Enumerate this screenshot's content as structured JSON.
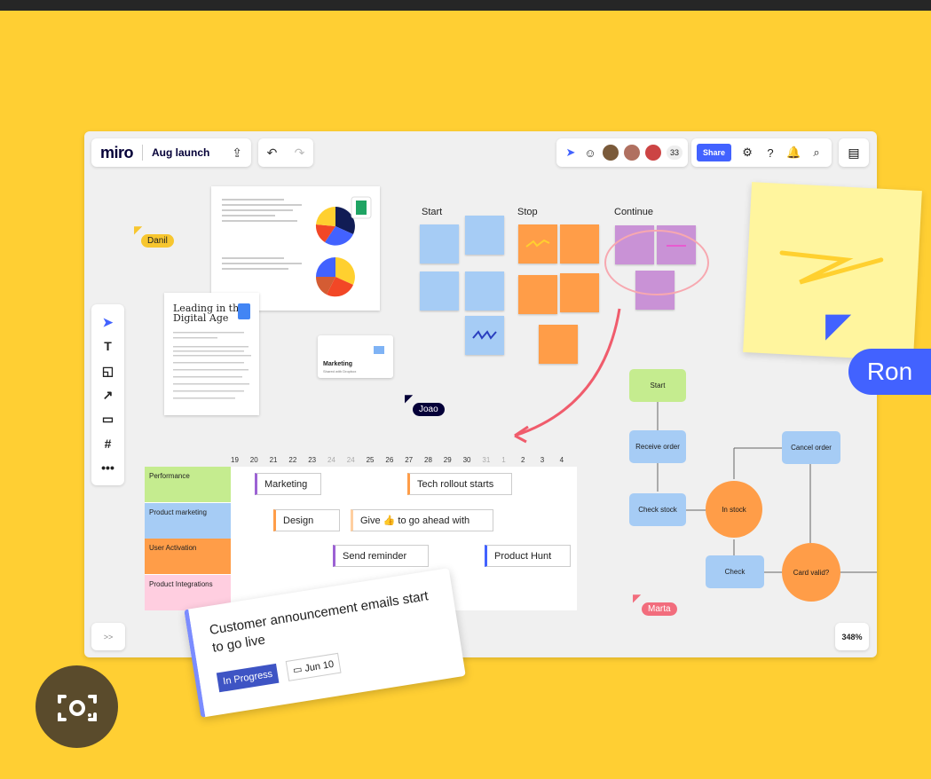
{
  "app": {
    "logo": "miro",
    "board_name": "Aug launch"
  },
  "toolbar_top": {
    "share_label": "Share",
    "collaborator_count": "33"
  },
  "zoom": "348%",
  "expand_label": ">>",
  "retro": {
    "start": "Start",
    "stop": "Stop",
    "continue": "Continue"
  },
  "cursors": {
    "danil": "Danil",
    "joao": "Joao",
    "marta": "Marta",
    "ron": "Ron"
  },
  "doc": {
    "title_line1": "Leading in th",
    "title_line2": "Digital Age"
  },
  "file_card": {
    "title": "Marketing",
    "subtitle": "Shared with Dropbox"
  },
  "timeline": {
    "days": [
      "19",
      "20",
      "21",
      "22",
      "23",
      "24",
      "24",
      "25",
      "26",
      "27",
      "28",
      "29",
      "30",
      "31",
      "1",
      "2",
      "3",
      "4"
    ],
    "rows": [
      "Performance",
      "Product marketing",
      "User Activation",
      "Product Integrations"
    ],
    "bars": [
      "Marketing",
      "Tech rollout starts",
      "Design",
      "Give 👍 to go ahead with",
      "Send reminder",
      "Product Hunt"
    ]
  },
  "flow": {
    "start": "Start",
    "receive": "Receive order",
    "check_stock": "Check stock",
    "in_stock": "In stock",
    "check": "Check",
    "card_valid": "Card valid?",
    "cancel": "Cancel order"
  },
  "task": {
    "title": "Customer announcement emails start to go live",
    "status": "In Progress",
    "date": "Jun 10"
  },
  "colors": {
    "accent": "#4262ff",
    "background": "#ffcf33"
  }
}
